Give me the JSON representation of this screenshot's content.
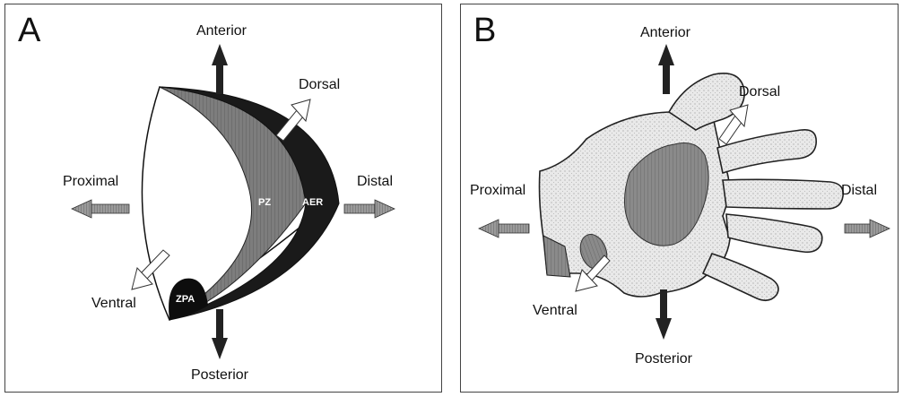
{
  "panels": [
    {
      "label": "A",
      "directions": {
        "anterior": "Anterior",
        "posterior": "Posterior",
        "proximal": "Proximal",
        "distal": "Distal",
        "dorsal": "Dorsal",
        "ventral": "Ventral"
      },
      "zones": {
        "pz": "PZ",
        "aer": "AER",
        "zpa": "ZPA"
      }
    },
    {
      "label": "B",
      "directions": {
        "anterior": "Anterior",
        "posterior": "Posterior",
        "proximal": "Proximal",
        "distal": "Distal",
        "dorsal": "Dorsal",
        "ventral": "Ventral"
      }
    }
  ]
}
